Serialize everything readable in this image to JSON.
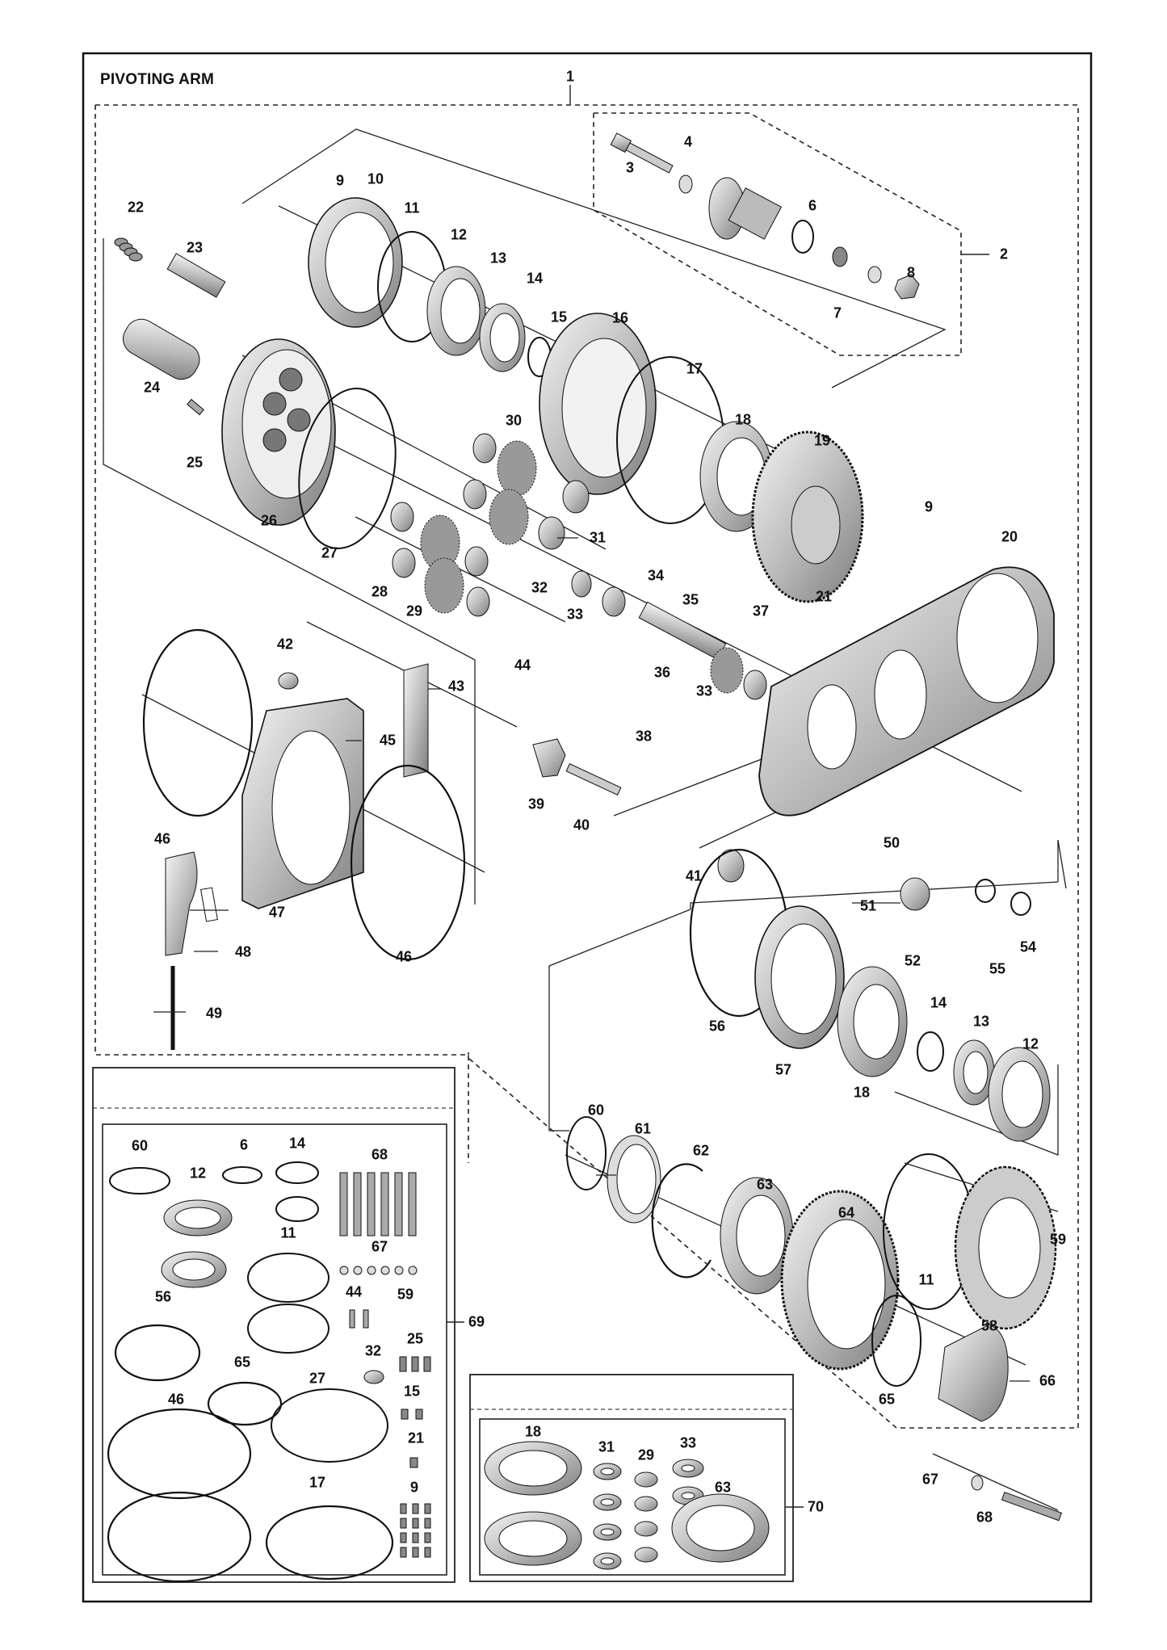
{
  "title": "PIVOTING ARM",
  "callouts": [
    {
      "id": "1",
      "text": "1"
    },
    {
      "id": "2",
      "text": "2"
    },
    {
      "id": "3",
      "text": "3"
    },
    {
      "id": "4",
      "text": "4"
    },
    {
      "id": "6a",
      "text": "6"
    },
    {
      "id": "7",
      "text": "7"
    },
    {
      "id": "8",
      "text": "8"
    },
    {
      "id": "9a",
      "text": "9"
    },
    {
      "id": "10",
      "text": "10"
    },
    {
      "id": "11a",
      "text": "11"
    },
    {
      "id": "12a",
      "text": "12"
    },
    {
      "id": "13a",
      "text": "13"
    },
    {
      "id": "14a",
      "text": "14"
    },
    {
      "id": "15a",
      "text": "15"
    },
    {
      "id": "16",
      "text": "16"
    },
    {
      "id": "17a",
      "text": "17"
    },
    {
      "id": "18a",
      "text": "18"
    },
    {
      "id": "19",
      "text": "19"
    },
    {
      "id": "9b",
      "text": "9"
    },
    {
      "id": "20",
      "text": "20"
    },
    {
      "id": "22",
      "text": "22"
    },
    {
      "id": "23",
      "text": "23"
    },
    {
      "id": "24",
      "text": "24"
    },
    {
      "id": "25a",
      "text": "25"
    },
    {
      "id": "26",
      "text": "26"
    },
    {
      "id": "27a",
      "text": "27"
    },
    {
      "id": "28",
      "text": "28"
    },
    {
      "id": "29a",
      "text": "29"
    },
    {
      "id": "30",
      "text": "30"
    },
    {
      "id": "31a",
      "text": "31"
    },
    {
      "id": "32a",
      "text": "32"
    },
    {
      "id": "33a",
      "text": "33"
    },
    {
      "id": "34",
      "text": "34"
    },
    {
      "id": "35",
      "text": "35"
    },
    {
      "id": "36",
      "text": "36"
    },
    {
      "id": "33b",
      "text": "33"
    },
    {
      "id": "37",
      "text": "37"
    },
    {
      "id": "21a",
      "text": "21"
    },
    {
      "id": "38",
      "text": "38"
    },
    {
      "id": "39",
      "text": "39"
    },
    {
      "id": "40",
      "text": "40"
    },
    {
      "id": "41",
      "text": "41"
    },
    {
      "id": "42",
      "text": "42"
    },
    {
      "id": "43",
      "text": "43"
    },
    {
      "id": "44a",
      "text": "44"
    },
    {
      "id": "45",
      "text": "45"
    },
    {
      "id": "46a",
      "text": "46"
    },
    {
      "id": "46b",
      "text": "46"
    },
    {
      "id": "47",
      "text": "47"
    },
    {
      "id": "48",
      "text": "48"
    },
    {
      "id": "49",
      "text": "49"
    },
    {
      "id": "50",
      "text": "50"
    },
    {
      "id": "51",
      "text": "51"
    },
    {
      "id": "52",
      "text": "52"
    },
    {
      "id": "55",
      "text": "55"
    },
    {
      "id": "54",
      "text": "54"
    },
    {
      "id": "56a",
      "text": "56"
    },
    {
      "id": "57",
      "text": "57"
    },
    {
      "id": "18b",
      "text": "18"
    },
    {
      "id": "14b",
      "text": "14"
    },
    {
      "id": "13b",
      "text": "13"
    },
    {
      "id": "12b",
      "text": "12"
    },
    {
      "id": "60a",
      "text": "60"
    },
    {
      "id": "61",
      "text": "61"
    },
    {
      "id": "62",
      "text": "62"
    },
    {
      "id": "63a",
      "text": "63"
    },
    {
      "id": "64",
      "text": "64"
    },
    {
      "id": "11b",
      "text": "11"
    },
    {
      "id": "59a",
      "text": "59"
    },
    {
      "id": "58",
      "text": "58"
    },
    {
      "id": "65a",
      "text": "65"
    },
    {
      "id": "66",
      "text": "66"
    },
    {
      "id": "67a",
      "text": "67"
    },
    {
      "id": "68a",
      "text": "68"
    },
    {
      "id": "k60",
      "text": "60"
    },
    {
      "id": "k6",
      "text": "6"
    },
    {
      "id": "k14",
      "text": "14"
    },
    {
      "id": "k68",
      "text": "68"
    },
    {
      "id": "k12",
      "text": "12"
    },
    {
      "id": "k11",
      "text": "11"
    },
    {
      "id": "k67",
      "text": "67"
    },
    {
      "id": "k56",
      "text": "56"
    },
    {
      "id": "k44",
      "text": "44"
    },
    {
      "id": "k59",
      "text": "59"
    },
    {
      "id": "k69",
      "text": "69"
    },
    {
      "id": "k25",
      "text": "25"
    },
    {
      "id": "k65",
      "text": "65"
    },
    {
      "id": "k32",
      "text": "32"
    },
    {
      "id": "k46",
      "text": "46"
    },
    {
      "id": "k27",
      "text": "27"
    },
    {
      "id": "k15",
      "text": "15"
    },
    {
      "id": "k21",
      "text": "21"
    },
    {
      "id": "k17",
      "text": "17"
    },
    {
      "id": "k9",
      "text": "9"
    },
    {
      "id": "b18",
      "text": "18"
    },
    {
      "id": "b31",
      "text": "31"
    },
    {
      "id": "b29",
      "text": "29"
    },
    {
      "id": "b33",
      "text": "33"
    },
    {
      "id": "b63",
      "text": "63"
    },
    {
      "id": "b70",
      "text": "70"
    }
  ],
  "colors": {
    "line": "#1a1a1a",
    "part_fill": "#d9d9d9",
    "part_dark": "#9a9a9a",
    "background": "#ffffff"
  }
}
